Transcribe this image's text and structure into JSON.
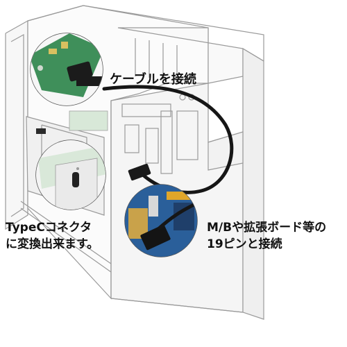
{
  "captions": {
    "cable": "ケーブルを接続",
    "typec_line1": "TypeCコネクタ",
    "typec_line2": "に変換出来ます。",
    "mb_line1": "M/Bや拡張ボード等の",
    "mb_line2": "19ピンと接続"
  },
  "colors": {
    "case_line": "#9a9a9a",
    "cable": "#161616",
    "pcb_green": "#3f8f5a",
    "board_blue": "#2a5f9a",
    "port_yellow": "#e0a62a",
    "background": "#ffffff"
  }
}
